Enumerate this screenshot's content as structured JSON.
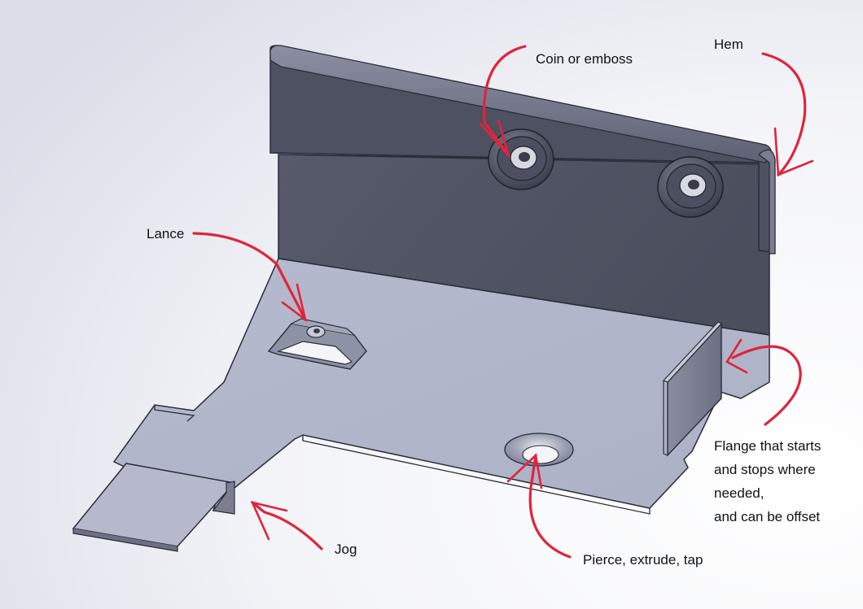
{
  "annotations": {
    "coin": "Coin or emboss",
    "hem": "Hem",
    "lance": "Lance",
    "jog": "Jog",
    "pierce": "Pierce, extrude, tap",
    "flange": [
      "Flange that starts",
      "and stops where",
      "needed,",
      "and can be offset"
    ]
  },
  "colors": {
    "annotation": "#e0243c",
    "base_plate": "#b4b8cc",
    "wall_face": "#4e5262",
    "edge": "#2a2d38"
  }
}
